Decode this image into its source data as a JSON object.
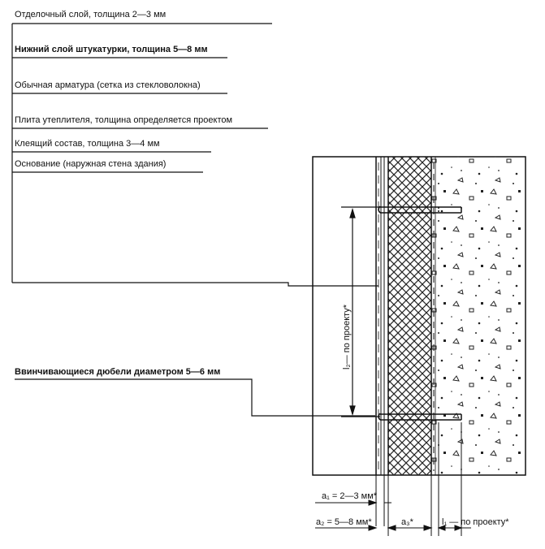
{
  "layers": [
    "Отделочный слой, толщина 2—3 мм",
    "Нижний слой штукатурки, толщина 5—8 мм",
    "Обычная арматура (сетка из стекловолокна)",
    "Плита утеплителя, толщина определяется проектом",
    "Клеящий состав, толщина 3—4 мм",
    "Основание (наружная стена здания)"
  ],
  "dowel_label": "Ввинчивающиеся дюбели диаметром 5—6 мм",
  "dimensions": {
    "l2_label": "l₂— по проекту*",
    "a1_label": "a₁ = 2—3 мм*",
    "a2_label": "a₂ = 5—8 мм*",
    "a3_label": "a₃*",
    "l1_label": "l₁ — по проекту*"
  }
}
